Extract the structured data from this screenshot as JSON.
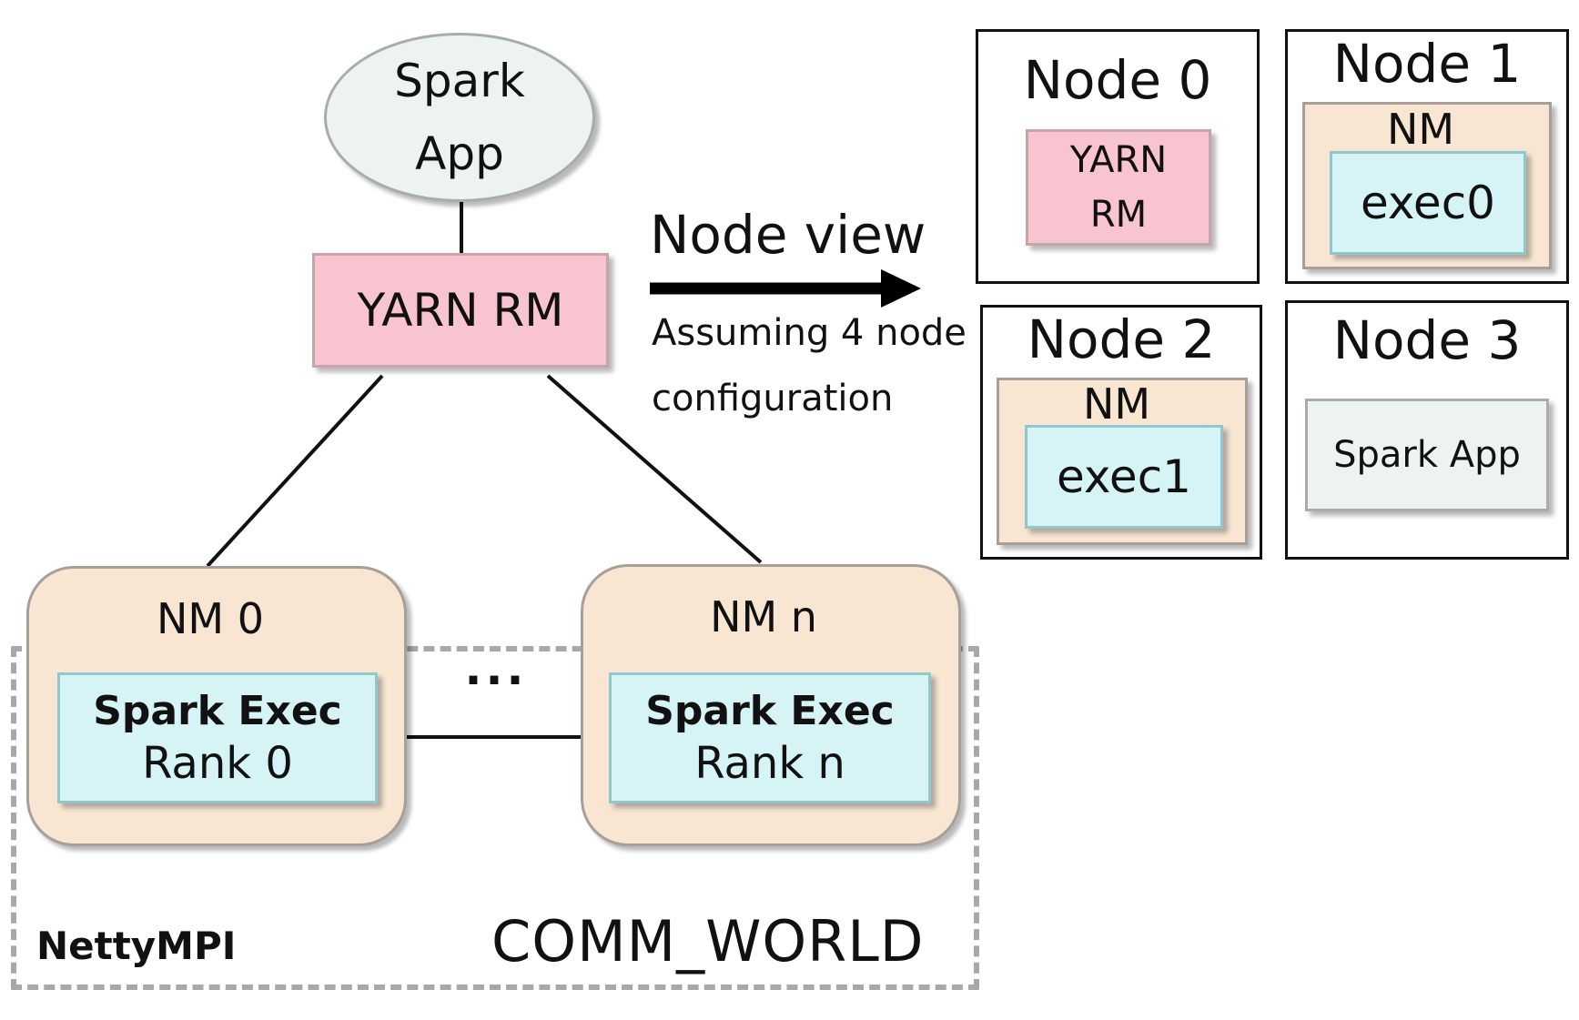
{
  "colors": {
    "spark_app_fill": "#edf3f3",
    "yarn_fill": "#f8c4cf",
    "nm_fill": "#f8e6d3",
    "exec_fill": "#d6f3f5",
    "dashed_border": "#a8a8a8",
    "line": "#111111"
  },
  "cluster": {
    "spark_app": {
      "line1": "Spark",
      "line2": "App"
    },
    "yarn_rm": "YARN RM",
    "nm0": {
      "label": "NM 0",
      "exec_title": "Spark Exec",
      "exec_rank": "Rank 0"
    },
    "nmn": {
      "label": "NM n",
      "exec_title": "Spark Exec",
      "exec_rank": "Rank n"
    },
    "ellipsis": "...",
    "nettympi": "NettyMPI",
    "comm_world": "COMM_WORLD"
  },
  "arrow": {
    "label": "Node view",
    "note_line1": "Assuming 4 node",
    "note_line2": "configuration"
  },
  "nodes": {
    "node0": {
      "title": "Node 0",
      "rm_line1": "YARN",
      "rm_line2": "RM"
    },
    "node1": {
      "title": "Node 1",
      "nm": "NM",
      "exec": "exec0"
    },
    "node2": {
      "title": "Node 2",
      "nm": "NM",
      "exec": "exec1"
    },
    "node3": {
      "title": "Node 3",
      "app": "Spark App"
    }
  }
}
